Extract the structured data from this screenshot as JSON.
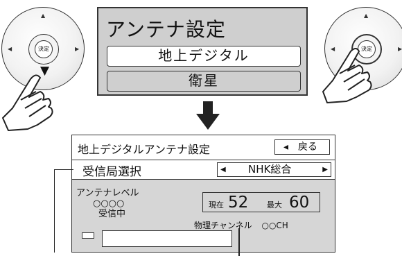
{
  "remote_left": {
    "center_label": "決定"
  },
  "remote_right": {
    "center_label": "決定"
  },
  "top_menu": {
    "title": "アンテナ設定",
    "options": [
      "地上デジタル",
      "衛星"
    ]
  },
  "panel": {
    "header_title": "地上デジタルアンテナ設定",
    "back_label": "◂　戻る",
    "station_label": "受信局選択",
    "station_value": "NHK総合",
    "level_label": "アンテナレベル",
    "level_placeholder": "○○○○",
    "status": "受信中",
    "current_label": "現在",
    "current_value": "52",
    "max_label": "最大",
    "max_value": "60",
    "physical_channel_label": "物理チャンネル",
    "physical_channel_value": "○○CH"
  }
}
